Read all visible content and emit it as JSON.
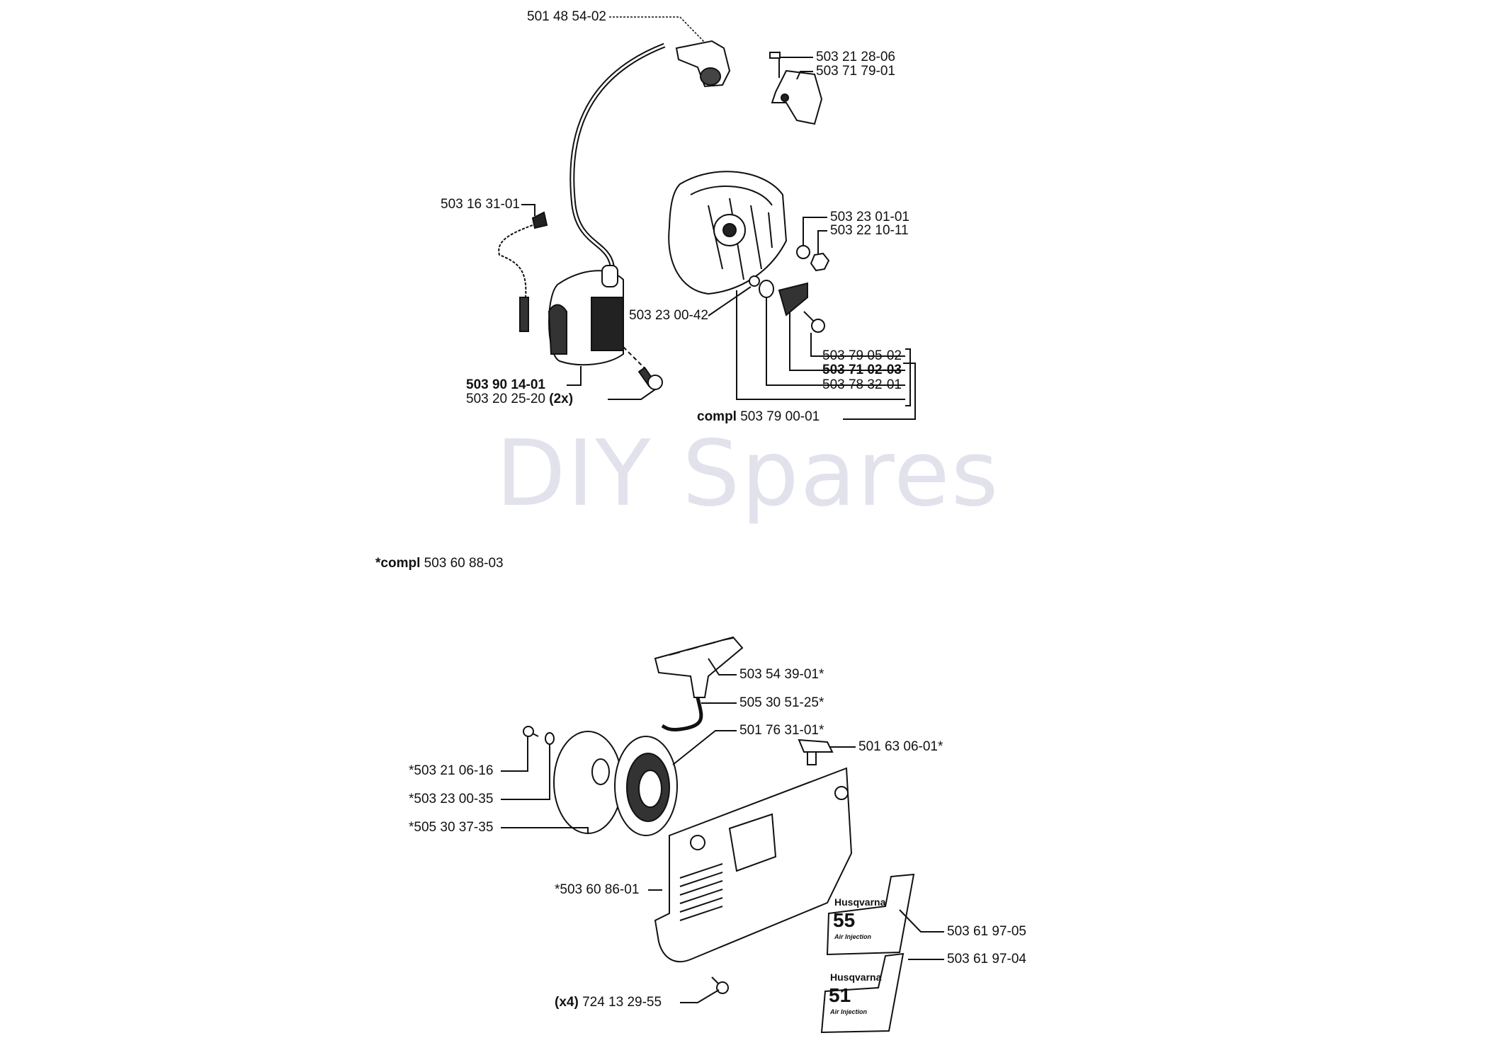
{
  "watermark": "DIY Spares",
  "ignition": {
    "spark_plug_boot": "501 48 54-02",
    "bracket_screw": "503 21 28-06",
    "bracket": "503 71 79-01",
    "short_circuit_cable": "503 16 31-01",
    "washer": "503 23 01-01",
    "nut": "503 22 10-11",
    "spring_washer": "503 23 00-42",
    "pawl_bolt": "503 79 05-02",
    "pawl": "503 71 02-03",
    "key": "503 78 32-01",
    "flywheel_compl_prefix": "compl",
    "flywheel_compl": "503 79 00-01",
    "ignition_module": "503 90 14-01",
    "module_screw": "503 20 25-20",
    "module_screw_qty": "(2x)"
  },
  "starter": {
    "assembly_prefix": "*compl",
    "assembly": "503 60 88-03",
    "handle": "503 54 39-01*",
    "rope": "505 30 51-25*",
    "spring_cassette": "501 76 31-01*",
    "knob": "501 63 06-01*",
    "screw": "*503 21 06-16",
    "washer": "*503 23 00-35",
    "pulley": "*505 30 37-35",
    "housing": "*503 60 86-01",
    "decal_55": "503 61 97-05",
    "decal_51": "503 61 97-04",
    "housing_screw_qty": "(x4)",
    "housing_screw": "724 13 29-55"
  },
  "decals": {
    "brand": "Husqvarna",
    "model_55": "55",
    "model_51": "51",
    "subtitle": "Air Injection"
  }
}
